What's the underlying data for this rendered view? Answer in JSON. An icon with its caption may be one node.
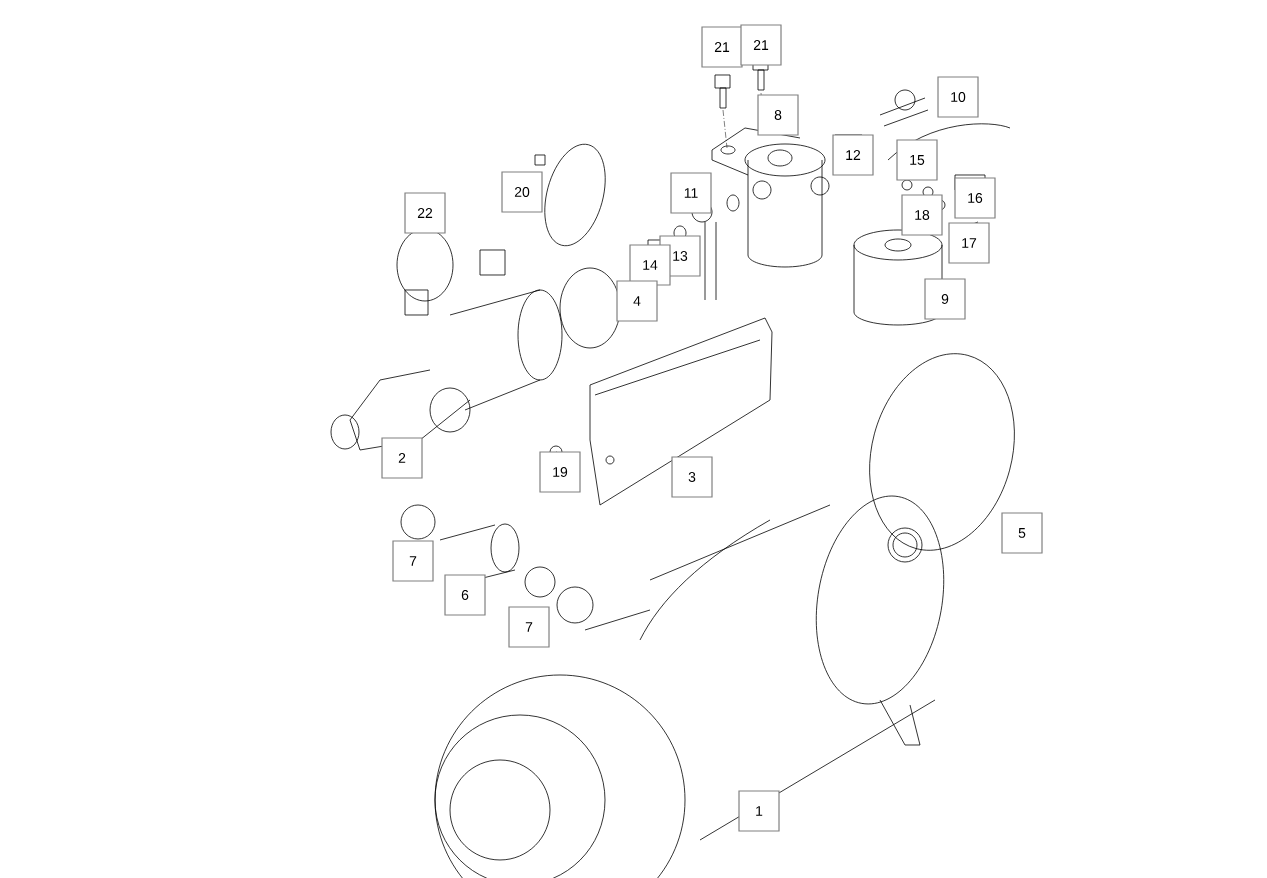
{
  "diagram": {
    "nodes": [
      {
        "text": [
          "21"
        ]
      },
      {
        "text": [
          "21"
        ]
      },
      {
        "text": [
          "10"
        ]
      },
      {
        "text": [
          "8"
        ]
      },
      {
        "text": [
          "12"
        ]
      },
      {
        "text": [
          "15"
        ]
      },
      {
        "text": [
          "20"
        ]
      },
      {
        "text": [
          "11"
        ]
      },
      {
        "text": [
          "16"
        ]
      },
      {
        "text": [
          "22"
        ]
      },
      {
        "text": [
          "18"
        ]
      },
      {
        "text": [
          "17"
        ]
      },
      {
        "text": [
          "13"
        ]
      },
      {
        "text": [
          "14"
        ]
      },
      {
        "text": [
          "9"
        ]
      },
      {
        "text": [
          "4"
        ]
      },
      {
        "text": [
          "2"
        ]
      },
      {
        "text": [
          "19"
        ]
      },
      {
        "text": [
          "3"
        ]
      },
      {
        "text": [
          "5"
        ]
      },
      {
        "text": [
          "7"
        ]
      },
      {
        "text": [
          "6"
        ]
      },
      {
        "text": [
          "7"
        ]
      },
      {
        "text": [
          "1"
        ]
      }
    ]
  }
}
